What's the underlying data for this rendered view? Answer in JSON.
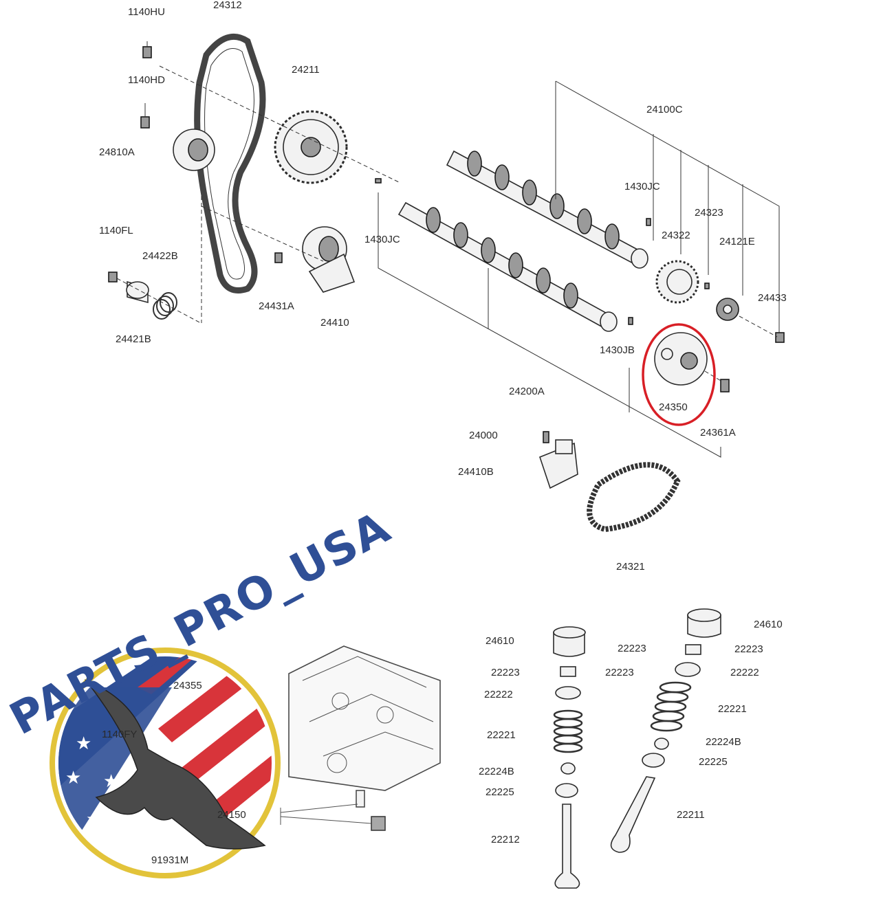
{
  "callouts": [
    {
      "id": "1140HU",
      "label": "1140HU"
    },
    {
      "id": "24312",
      "label": "24312"
    },
    {
      "id": "1140HD",
      "label": "1140HD"
    },
    {
      "id": "24211",
      "label": "24211"
    },
    {
      "id": "24810A",
      "label": "24810A"
    },
    {
      "id": "24100C",
      "label": "24100C"
    },
    {
      "id": "1430JC_top",
      "label": "1430JC"
    },
    {
      "id": "24323",
      "label": "24323"
    },
    {
      "id": "1430JC_left",
      "label": "1430JC"
    },
    {
      "id": "24322",
      "label": "24322"
    },
    {
      "id": "24121E",
      "label": "24121E"
    },
    {
      "id": "1140FL",
      "label": "1140FL"
    },
    {
      "id": "24422B",
      "label": "24422B"
    },
    {
      "id": "24433",
      "label": "24433"
    },
    {
      "id": "24431A",
      "label": "24431A"
    },
    {
      "id": "24410",
      "label": "24410"
    },
    {
      "id": "24421B",
      "label": "24421B"
    },
    {
      "id": "1430JB",
      "label": "1430JB"
    },
    {
      "id": "24200A",
      "label": "24200A"
    },
    {
      "id": "24350",
      "label": "24350"
    },
    {
      "id": "24000",
      "label": "24000"
    },
    {
      "id": "24361A",
      "label": "24361A"
    },
    {
      "id": "24410B",
      "label": "24410B"
    },
    {
      "id": "24321",
      "label": "24321"
    },
    {
      "id": "24610_right",
      "label": "24610"
    },
    {
      "id": "24610_left",
      "label": "24610"
    },
    {
      "id": "22223_r1",
      "label": "22223"
    },
    {
      "id": "22223_r2",
      "label": "22223"
    },
    {
      "id": "22223_l1",
      "label": "22223"
    },
    {
      "id": "22223_l2",
      "label": "22223"
    },
    {
      "id": "22222_right",
      "label": "22222"
    },
    {
      "id": "22222_left",
      "label": "22222"
    },
    {
      "id": "24355",
      "label": "24355"
    },
    {
      "id": "22221_right",
      "label": "22221"
    },
    {
      "id": "22221_left",
      "label": "22221"
    },
    {
      "id": "1140FY",
      "label": "1140FY"
    },
    {
      "id": "22224B_right",
      "label": "22224B"
    },
    {
      "id": "22225_right",
      "label": "22225"
    },
    {
      "id": "22224B_left",
      "label": "22224B"
    },
    {
      "id": "22225_left",
      "label": "22225"
    },
    {
      "id": "24150",
      "label": "24150"
    },
    {
      "id": "22211",
      "label": "22211"
    },
    {
      "id": "22212",
      "label": "22212"
    },
    {
      "id": "91931M",
      "label": "91931M"
    }
  ],
  "highlight": {
    "part": "24350",
    "color": "#d81f26"
  },
  "logo": {
    "text": "PARTS_PRO_USA",
    "colors": {
      "blue": "#2f4f96",
      "red": "#d8343a",
      "gold": "#e2c33a"
    }
  }
}
